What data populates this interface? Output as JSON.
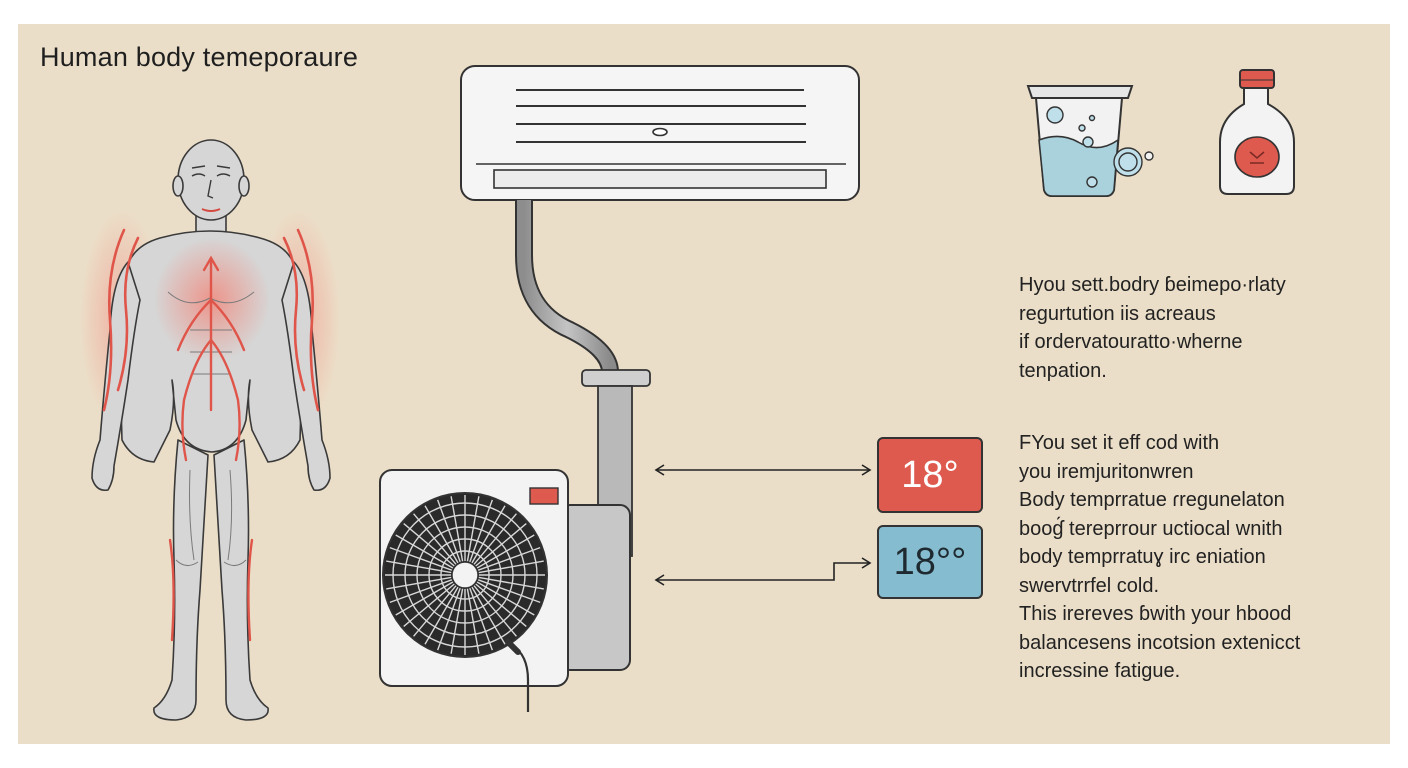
{
  "title": "Human body temeporaure",
  "paragraph_1": [
    "Hyou sett.bodry ɓeimepo·rlaty",
    "regurtution iis acreaus",
    "if ordervatouratto·wherne",
    "tenpation."
  ],
  "paragraph_2": [
    "FYou set it eff cod with",
    "you iremjuritonwren",
    "Body temprratue ɾregunelaton",
    "booɠ́ tereprrour uctiocal wnith",
    "body temprratuɣ irc eniation",
    "swervtrrfel cold.",
    "This irereves ɓwith your hbood",
    "balancesens incotsion extenicct",
    "incressine fatigue."
  ],
  "thermostat_warm": "18°",
  "thermostat_cool": "18°°",
  "colors": {
    "background": "#ebdec8",
    "warm": "#de5a4f",
    "cool": "#86bcd0",
    "heat_lines": "#e0554a"
  }
}
